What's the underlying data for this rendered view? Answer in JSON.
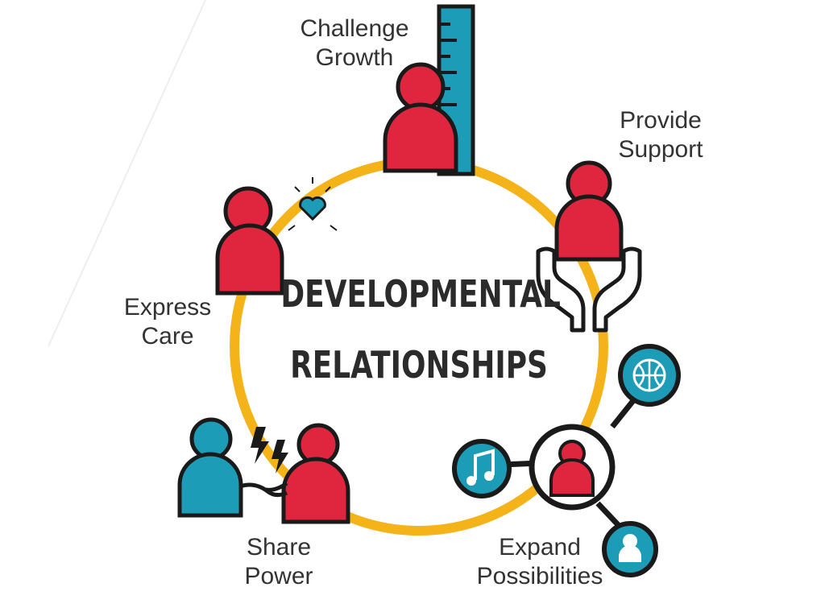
{
  "title": {
    "line1": "DEVELOPMENTAL",
    "line2": "RELATIONSHIPS"
  },
  "elements": [
    {
      "line1": "Challenge",
      "line2": "Growth"
    },
    {
      "line1": "Provide",
      "line2": "Support"
    },
    {
      "line1": "Expand",
      "line2": "Possibilities"
    },
    {
      "line1": "Share",
      "line2": "Power"
    },
    {
      "line1": "Express",
      "line2": "Care"
    }
  ],
  "colors": {
    "ring": "#f5b31a",
    "person_red": "#e0263f",
    "person_teal": "#1d9cb8",
    "outline": "#1a1a1a",
    "text": "#333333"
  },
  "icons": [
    "ruler-icon",
    "hands-icon",
    "basketball-icon",
    "music-note-icon",
    "person-icon",
    "handshake-icon",
    "lightning-icon",
    "heart-icon"
  ]
}
